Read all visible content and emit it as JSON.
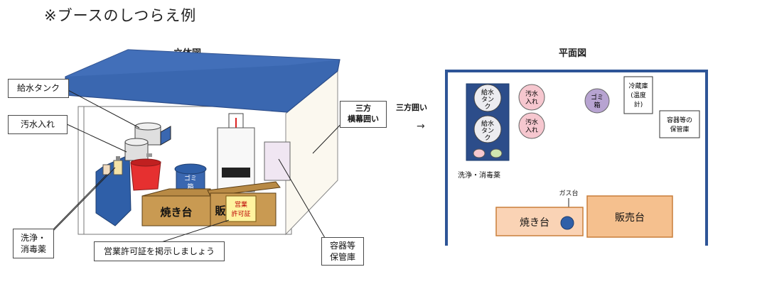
{
  "heading": "※ブースのしつらえ例",
  "perspective": {
    "title": "立体図",
    "callouts": {
      "water_tank": "給水タンク",
      "waste_water": "汚水入れ",
      "sanitizer": [
        "洗浄・",
        "消毒薬"
      ],
      "permit_note": "営業許可証を掲示しましょう",
      "container_storage": [
        "容器等",
        "保管庫"
      ],
      "side_curtain": [
        "三方",
        "横幕囲い"
      ]
    },
    "trash_lid_label": [
      "ゴミ",
      "箱"
    ],
    "grill_label": "焼き台",
    "counter_char": "販",
    "permit_label": [
      "営業",
      "許可証"
    ]
  },
  "plan": {
    "title": "平面図",
    "side_label": "三方囲い",
    "arrow_glyph": "→",
    "tank_label_1": [
      "給水",
      "タン",
      "ク"
    ],
    "tank_label_2": [
      "給水",
      "タン",
      "ク"
    ],
    "waste_label_1": [
      "汚水",
      "入れ"
    ],
    "waste_label_2": [
      "汚水",
      "入れ"
    ],
    "trash_label": [
      "ゴミ",
      "箱"
    ],
    "fridge_label": [
      "冷蔵庫",
      "(温度",
      "計)"
    ],
    "storage_label": [
      "容器等の",
      "保管庫"
    ],
    "sanitizer_label": "洗浄・消毒薬",
    "gas_label": "ガス台",
    "grill_label": "焼き台",
    "sales_label": "販売台"
  },
  "colors": {
    "roof_blue": "#3a67b0",
    "dark_blue": "#2c4d8a",
    "plan_border": "#2e5597",
    "pink": "#f6c7cf",
    "purple": "#b7a3d1",
    "peach": "#fad3b5",
    "orange": "#f5c08e",
    "wood": "#c99a52"
  }
}
